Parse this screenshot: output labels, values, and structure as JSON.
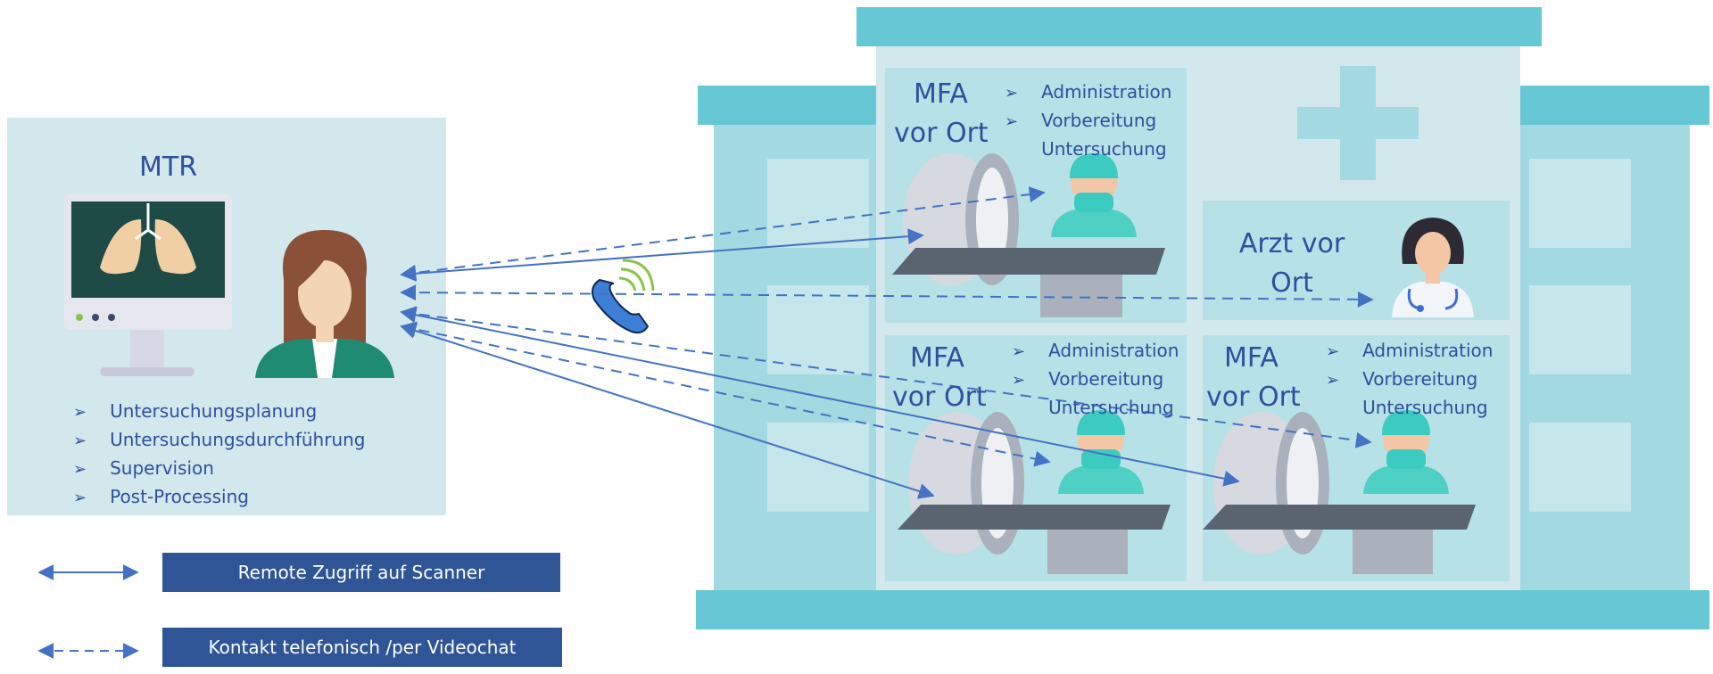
{
  "mtr": {
    "title": "MTR",
    "tasks": [
      "Untersuchungsplanung",
      "Untersuchungsdurchführung",
      "Supervision",
      "Post-Processing"
    ]
  },
  "rooms": {
    "top_left": {
      "title_line1": "MFA",
      "title_line2": "vor Ort",
      "tasks": [
        "Administration",
        "Vorbereitung",
        "Untersuchung"
      ]
    },
    "doctor": {
      "title_line1": "Arzt vor",
      "title_line2": "Ort"
    },
    "bottom_left": {
      "title_line1": "MFA",
      "title_line2": "vor Ort",
      "tasks": [
        "Administration",
        "Vorbereitung",
        "Untersuchung"
      ]
    },
    "bottom_right": {
      "title_line1": "MFA",
      "title_line2": "vor Ort",
      "tasks": [
        "Administration",
        "Vorbereitung",
        "Untersuchung"
      ]
    }
  },
  "legend": {
    "solid": "Remote Zugriff auf Scanner",
    "dashed": "Kontakt telefonisch /per Videochat"
  },
  "colors": {
    "accent": "#2f5597",
    "text": "#2f4f9f",
    "hospital": "#66c8d4",
    "room": "#b6e1e6",
    "panel": "#d3e8ec"
  },
  "icons": [
    "monitor-lungs-icon",
    "technologist-avatar-icon",
    "phone-icon",
    "mri-scanner-icon",
    "nurse-avatar-icon",
    "doctor-avatar-icon",
    "medical-cross-icon"
  ]
}
